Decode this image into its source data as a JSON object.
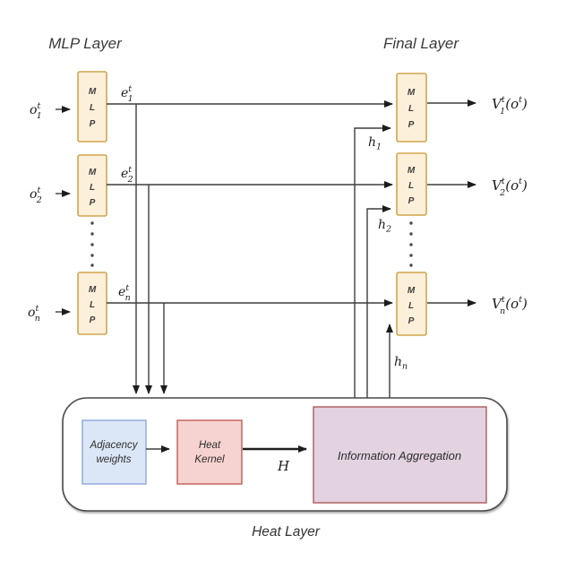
{
  "titles": {
    "mlp_layer": "MLP Layer",
    "final_layer": "Final Layer",
    "heat_layer": "Heat Layer"
  },
  "labels": {
    "mlp": {
      "m": "M",
      "l": "L",
      "p": "P"
    },
    "inputs": [
      {
        "base": "o",
        "sup": "t",
        "sub": "1"
      },
      {
        "base": "o",
        "sup": "t",
        "sub": "2"
      },
      {
        "base": "o",
        "sup": "t",
        "sub": "n"
      }
    ],
    "embeddings": [
      {
        "base": "e",
        "sup": "t",
        "sub": "1"
      },
      {
        "base": "e",
        "sup": "t",
        "sub": "2"
      },
      {
        "base": "e",
        "sup": "t",
        "sub": "n"
      }
    ],
    "hidden": [
      {
        "base": "h",
        "sub": "1"
      },
      {
        "base": "h",
        "sub": "2"
      },
      {
        "base": "h",
        "sub": "n"
      }
    ],
    "outputs": [
      {
        "base": "V",
        "sup": "t",
        "sub": "1",
        "open": "(",
        "arg": "o",
        "arg_sup": "t",
        "close": ")"
      },
      {
        "base": "V",
        "sup": "t",
        "sub": "2",
        "open": "(",
        "arg": "o",
        "arg_sup": "t",
        "close": ")"
      },
      {
        "base": "V",
        "sup": "t",
        "sub": "n",
        "open": "(",
        "arg": "o",
        "arg_sup": "t",
        "close": ")"
      }
    ]
  },
  "heat": {
    "adjacency": [
      "Adjacency",
      "weights"
    ],
    "kernel": [
      "Heat",
      "Kernel"
    ],
    "aggregation": "Information Aggregation",
    "h_matrix": "H"
  },
  "colors": {
    "mlp_fill": "#fdf0da",
    "mlp_stroke": "#d2a64c",
    "adjacency_fill": "#dbe7f6",
    "adjacency_stroke": "#8fa8d8",
    "kernel_fill": "#f6d3d0",
    "kernel_stroke": "#c05d57",
    "aggregation_fill": "#e3d2e0",
    "aggregation_stroke": "#aa5a5a",
    "line": "#3d3d3d"
  }
}
